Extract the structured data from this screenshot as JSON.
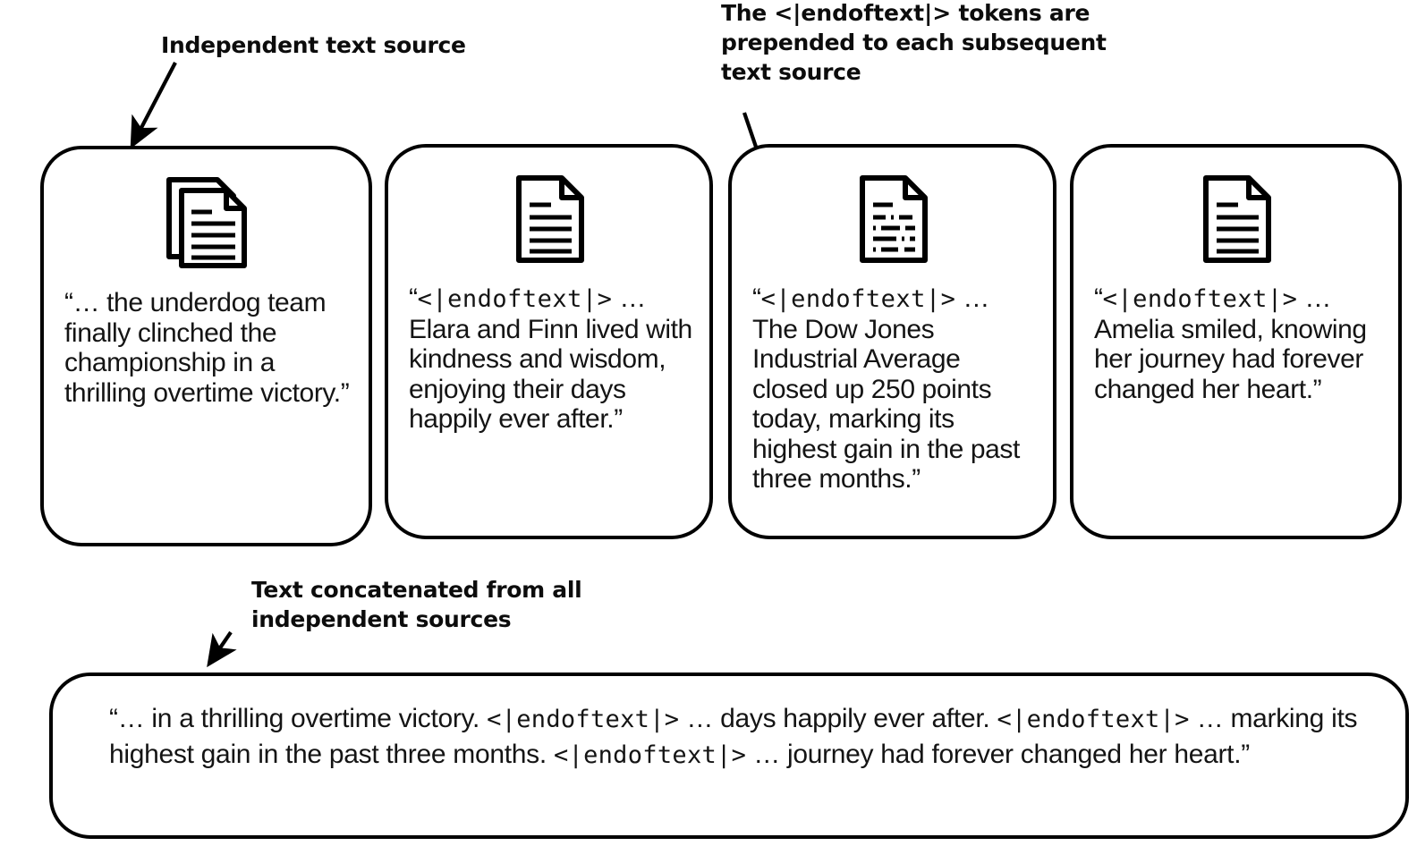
{
  "annotations": {
    "independent_source": "Independent text source",
    "eot_note_prefix": "The ",
    "eot_token": "<|endoftext|>",
    "eot_note_suffix": " tokens are prepended to each subsequent text source",
    "concatenated": "Text concatenated from all independent sources"
  },
  "cards": [
    {
      "icon": "stacked-documents-icon",
      "has_eot": false,
      "eot_token": "",
      "text": "“… the underdog team finally clinched the championship in a thrilling overtime victory.”"
    },
    {
      "icon": "document-icon",
      "has_eot": true,
      "eot_token": "<|endoftext|>",
      "text": "“",
      "text_after": " … Elara and Finn lived with kindness and wisdom, enjoying their days happily ever after.”"
    },
    {
      "icon": "document-list-icon",
      "has_eot": true,
      "eot_token": "<|endoftext|>",
      "text": "“",
      "text_after": " … The Dow Jones Industrial Average closed up 250 points today, marking its highest gain in the past three months.”"
    },
    {
      "icon": "document-icon",
      "has_eot": true,
      "eot_token": "<|endoftext|>",
      "text": "“",
      "text_after": " … Amelia smiled, knowing her journey had forever changed her heart.”"
    }
  ],
  "concatenated": {
    "segments": [
      {
        "type": "text",
        "value": "“… in a thrilling overtime victory. "
      },
      {
        "type": "token",
        "value": "<|endoftext|>"
      },
      {
        "type": "text",
        "value": " … days happily ever after. "
      },
      {
        "type": "token",
        "value": "<|endoftext|>"
      },
      {
        "type": "text",
        "value": " … marking its highest gain in the past three months. "
      },
      {
        "type": "token",
        "value": "<|endoftext|>"
      },
      {
        "type": "text",
        "value": " … journey had forever changed her heart.”"
      }
    ],
    "full_text": "“… in a thrilling overtime victory. <|endoftext|> … days happily ever after. <|endoftext|> … marking its highest gain in the past three months. <|endoftext|> … journey had forever changed her heart.”"
  },
  "colors": {
    "stroke": "#000000",
    "background": "#ffffff",
    "text": "#141414"
  }
}
